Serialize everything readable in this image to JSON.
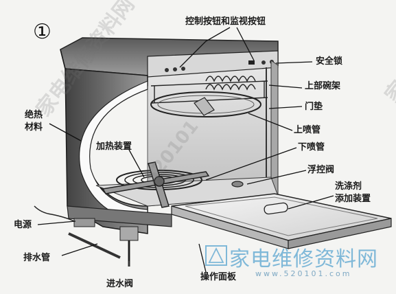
{
  "figure_number": "①",
  "labels": {
    "control_buttons": "控制按钮和监视按钮",
    "safety_lock": "安全锁",
    "upper_rack": "上部碗架",
    "door_gasket": "门垫",
    "insulation_line1": "绝热",
    "insulation_line2": "材料",
    "upper_spray_arm": "上喷管",
    "heating_device": "加热装置",
    "lower_spray_arm": "下喷管",
    "float_valve": "浮控阀",
    "detergent_line1": "洗涤剂",
    "detergent_line2": "添加装置",
    "power_supply": "电源",
    "drain_pipe": "排水管",
    "inlet_valve": "进水阀",
    "control_panel": "操作面板"
  },
  "watermark": {
    "brand_text": "家电维修资料网",
    "brand_url": "www.520101.com",
    "diagonal_text_1": "家电维修资料网",
    "diagonal_text_2": "520101",
    "diagonal_text_3": "家"
  },
  "colors": {
    "ink": "#1a1a1a",
    "brand": "#7fb8d8",
    "cabinet_dark": "#4a4a4a",
    "cabinet_mid": "#8a8a8a"
  }
}
